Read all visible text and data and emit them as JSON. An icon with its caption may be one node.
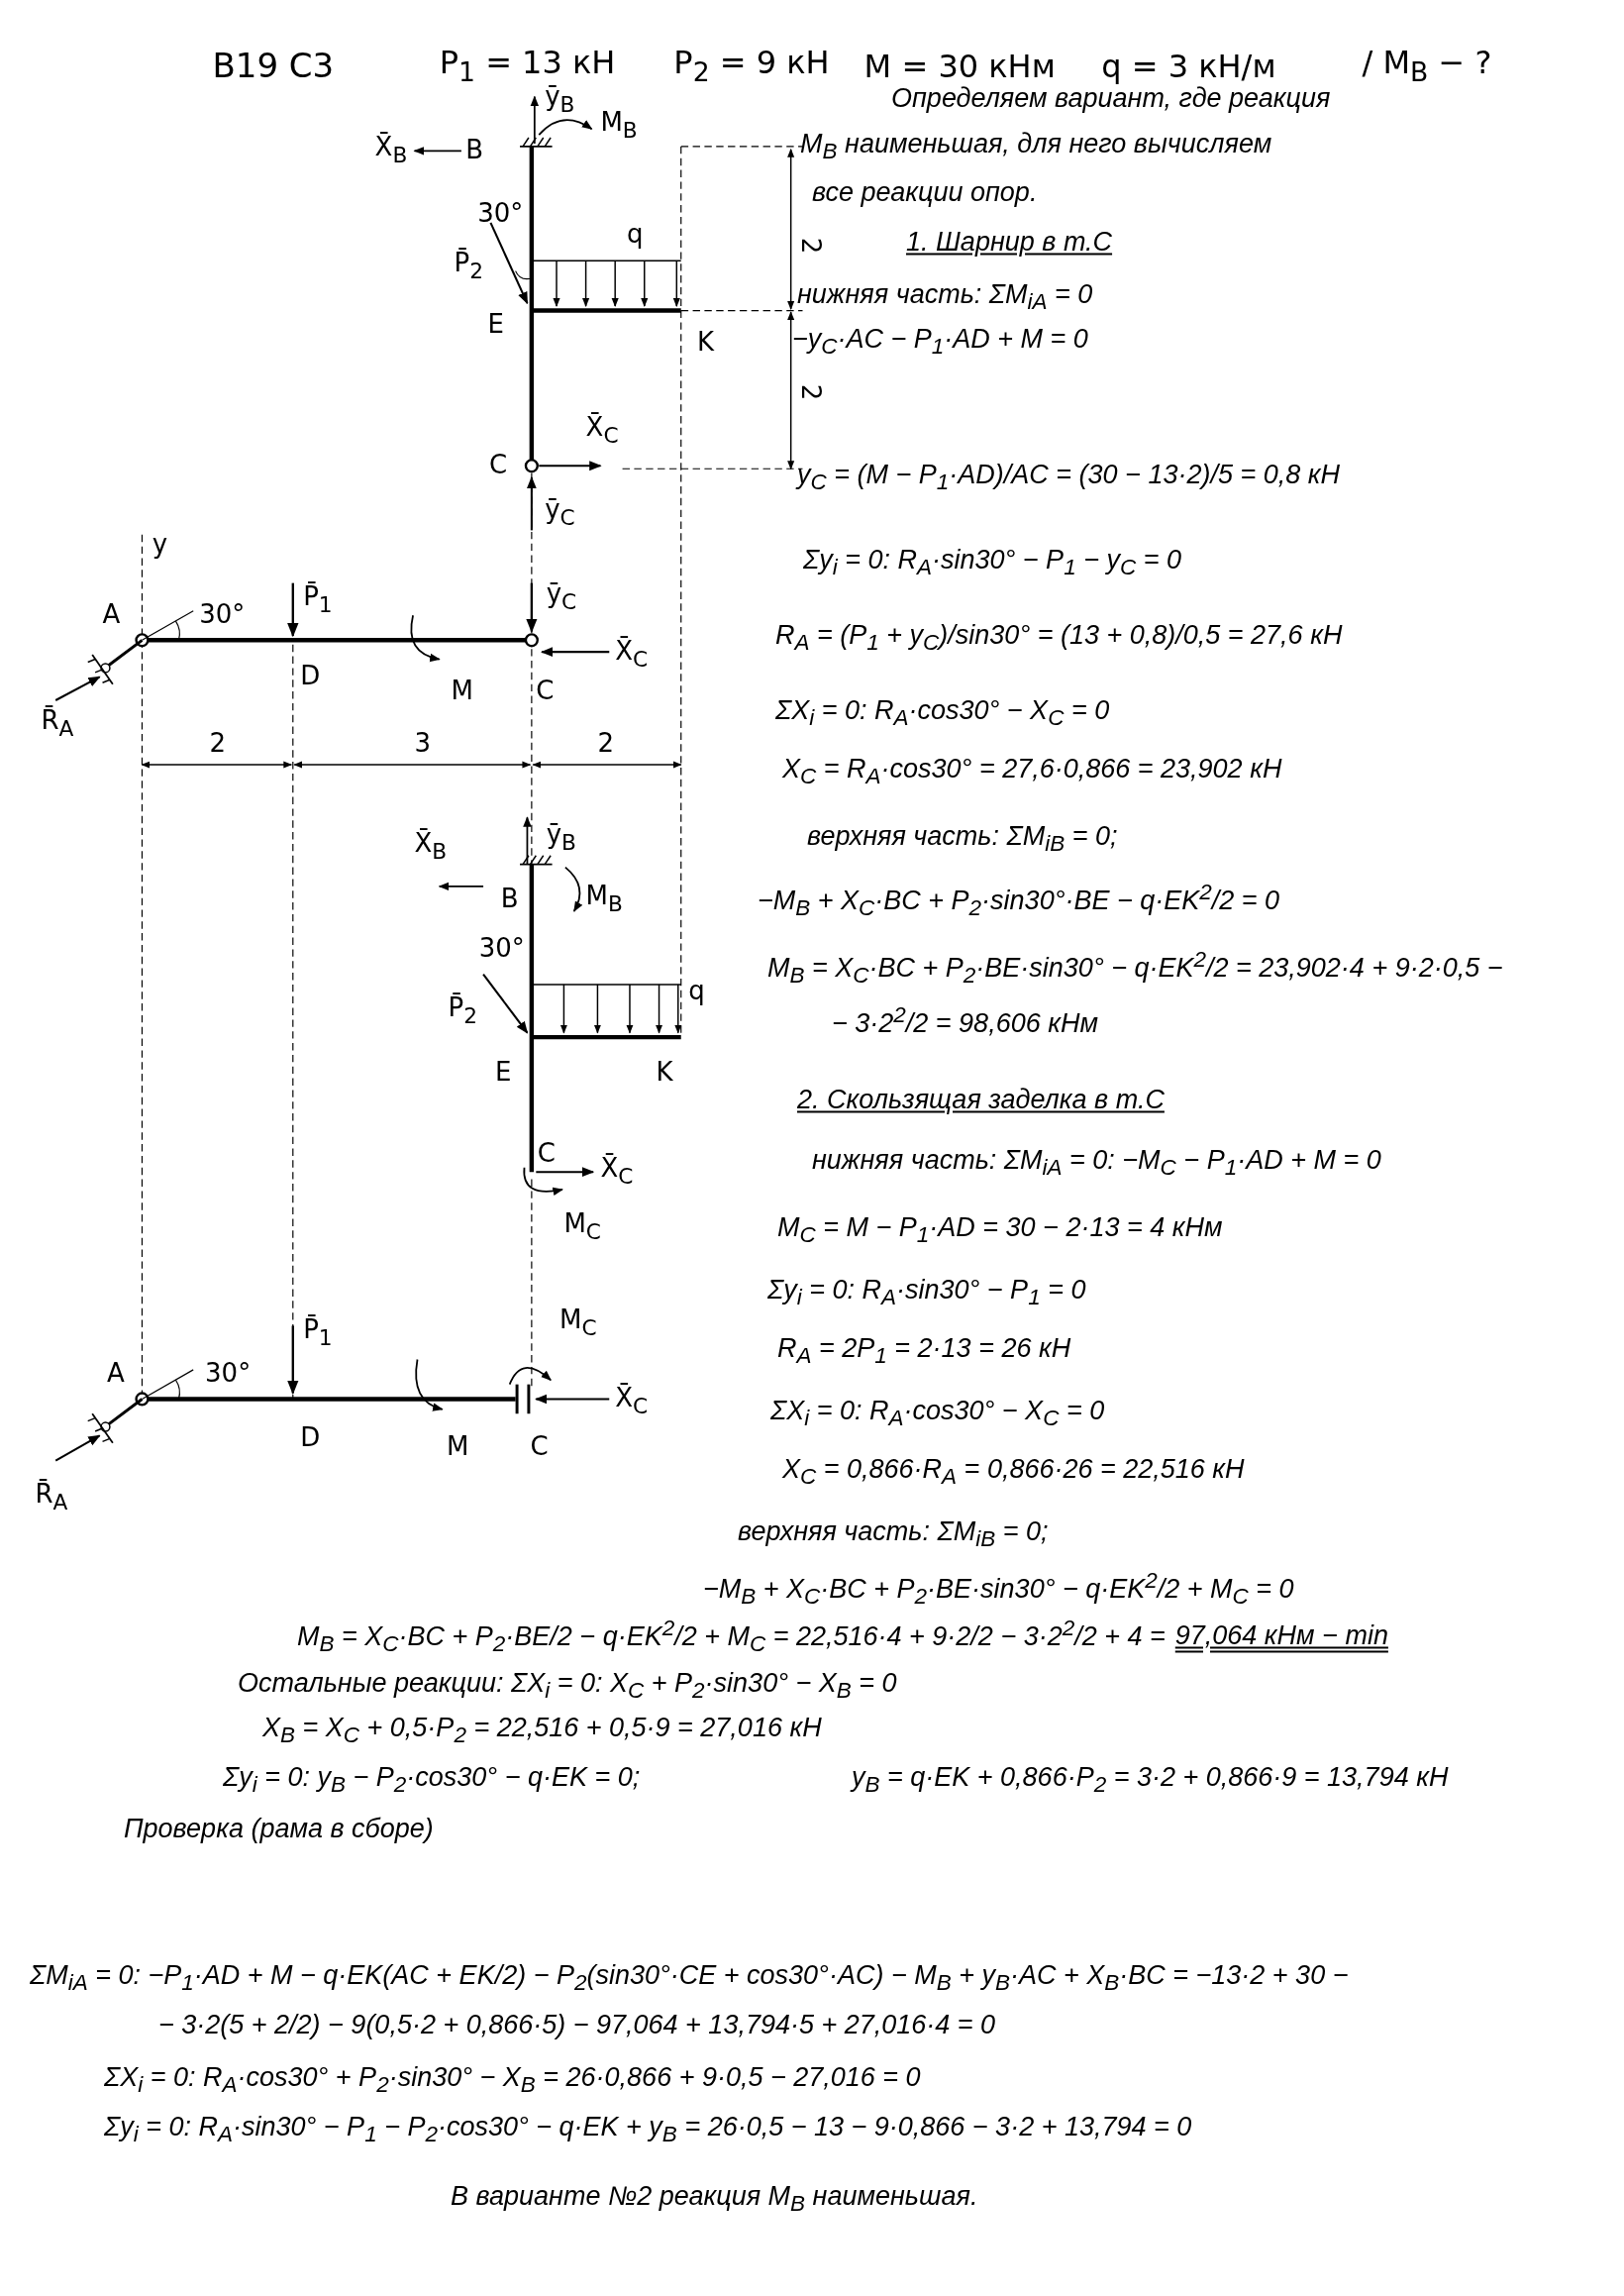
{
  "diagram": {
    "labels": [
      "В19 С3",
      "P$_{1}$ = 13 кН",
      "P$_{2}$ = 9 кН",
      "M = 30 кНм",
      "q = 3 кН/м",
      "/ M$_{B}$ − ?",
      "ȳ$_{B}$",
      "M$_{B}$",
      "X̄$_{B}$",
      "B",
      "30°",
      "P̄$_{2}$",
      "q",
      "E",
      "K",
      "2",
      "2",
      "X̄$_{C}$",
      "C",
      "ȳ$_{C}$",
      "y",
      "A",
      "30°",
      "P̄$_{1}$",
      "ȳ$_{C}$",
      "X̄$_{C}$",
      "D",
      "M",
      "C",
      "R̄$_{A}$",
      "2",
      "3",
      "2",
      "X̄$_{B}$",
      "ȳ$_{B}$",
      "B",
      "M$_{B}$",
      "30°",
      "P̄$_{2}$",
      "q",
      "E",
      "K",
      "C",
      "X̄$_{C}$",
      "M$_{C}$",
      "A",
      "30°",
      "P̄$_{1}$",
      "M$_{C}$",
      "X̄$_{C}$",
      "D",
      "M",
      "C",
      "R̄$_{A}$",
      "Определяем вариант, где реакция",
      "M$_{B}$ наименьшая, для него вычисляем",
      "все реакции опор.",
      "1. Шарнир в т.С",
      "нижняя часть: ΣM$_{iA}$ = 0",
      "−y$_{C}$·AC − P$_{1}$·AD + M = 0",
      "y$_{C}$ = (M − P$_{1}$·AD)/AC = (30 − 13·2)/5 = 0,8 кН",
      "Σy$_{i}$ = 0: R$_{A}$·sin30° − P$_{1}$ − y$_{C}$ = 0",
      "R$_{A}$ = (P$_{1}$ + y$_{C}$)/sin30° = (13 + 0,8)/0,5 = 27,6 кН",
      "ΣX$_{i}$ = 0: R$_{A}$·cos30° − X$_{C}$ = 0",
      "X$_{C}$ = R$_{A}$·cos30° = 27,6·0,866 = 23,902 кН",
      "верхняя часть: ΣM$_{iB}$ = 0;",
      "−M$_{B}$ + X$_{C}$·BC + P$_{2}$·sin30°·BE − q·EK$^{2}$/2 = 0",
      "M$_{B}$ = X$_{C}$·BC + P$_{2}$·BE·sin30° − q·EK$^{2}$/2 = 23,902·4 + 9·2·0,5 −",
      "− 3·2$^{2}$/2 = 98,606 кНм",
      "2. Скользящая заделка в т.С",
      "нижняя часть: ΣM$_{iA}$ = 0: −M$_{C}$ − P$_{1}$·AD + M = 0",
      "M$_{C}$ = M − P$_{1}$·AD = 30 − 2·13 = 4 кНм",
      "Σy$_{i}$ = 0: R$_{A}$·sin30° − P$_{1}$ = 0",
      "R$_{A}$ = 2P$_{1}$ = 2·13 = 26 кН",
      "ΣX$_{i}$ = 0: R$_{A}$·cos30° − X$_{C}$ = 0",
      "X$_{C}$ = 0,866·R$_{A}$ = 0,866·26 = 22,516 кН",
      "верхняя часть: ΣM$_{iB}$ = 0;",
      "−M$_{B}$ + X$_{C}$·BC + P$_{2}$·BE·sin30° − q·EK$^{2}$/2 + M$_{C}$ = 0",
      "M$_{B}$ = X$_{C}$·BC + P$_{2}$·BE/2 − q·EK$^{2}$/2 + M$_{C}$ = 22,516·4 + 9·2/2 − 3·2$^{2}$/2 + 4 =",
      "97,064 кНм − min",
      "Остальные реакции: ΣX$_{i}$ = 0: X$_{C}$ + P$_{2}$·sin30° − X$_{B}$ = 0",
      "X$_{B}$ = X$_{C}$ + 0,5·P$_{2}$ = 22,516 + 0,5·9 = 27,016 кН",
      "Σy$_{i}$ = 0: y$_{B}$ − P$_{2}$·cos30° − q·EK = 0;",
      "y$_{B}$ = q·EK + 0,866·P$_{2}$ = 3·2 + 0,866·9 = 13,794 кН",
      "Проверка (рама в сборе)",
      "ΣM$_{iA}$ = 0: −P$_{1}$·AD + M − q·EK(AC + EK/2) − P$_{2}$(sin30°·CE + cos30°·AC) − M$_{B}$ + y$_{B}$·AC + X$_{B}$·BC = −13·2 + 30 −",
      "− 3·2(5 + 2/2) − 9(0,5·2 + 0,866·5) − 97,064 + 13,794·5 + 27,016·4 = 0",
      "ΣX$_{i}$ = 0: R$_{A}$·cos30° + P$_{2}$·sin30° − X$_{B}$ = 26·0,866 + 9·0,5 − 27,016 = 0",
      "Σy$_{i}$ = 0: R$_{A}$·sin30° − P$_{1}$ − P$_{2}$·cos30° − q·EK + y$_{B}$ = 26·0,5 − 13 − 9·0,866 − 3·2 + 13,794 = 0",
      "В варианте №2 реакция M$_{B}$ наименьшая."
    ]
  }
}
